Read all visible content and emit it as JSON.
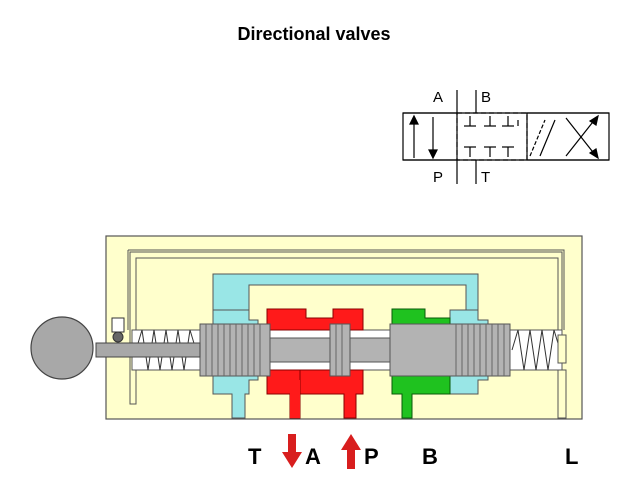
{
  "title": "Directional valves",
  "symbol": {
    "ports_top": [
      "A",
      "B"
    ],
    "ports_bottom": [
      "P",
      "T"
    ]
  },
  "ports": [
    "T",
    "A",
    "P",
    "B",
    "L"
  ],
  "flow_arrows": {
    "A": "down",
    "P": "up"
  },
  "colors": {
    "body": "#ffffcc",
    "channel": "#99e6e6",
    "pressure": "#ff1a1a",
    "work_port_b": "#1fc21f",
    "spool": "#b3b3b3",
    "handle": "#a8a8a8",
    "arrow": "#d81e1e"
  }
}
